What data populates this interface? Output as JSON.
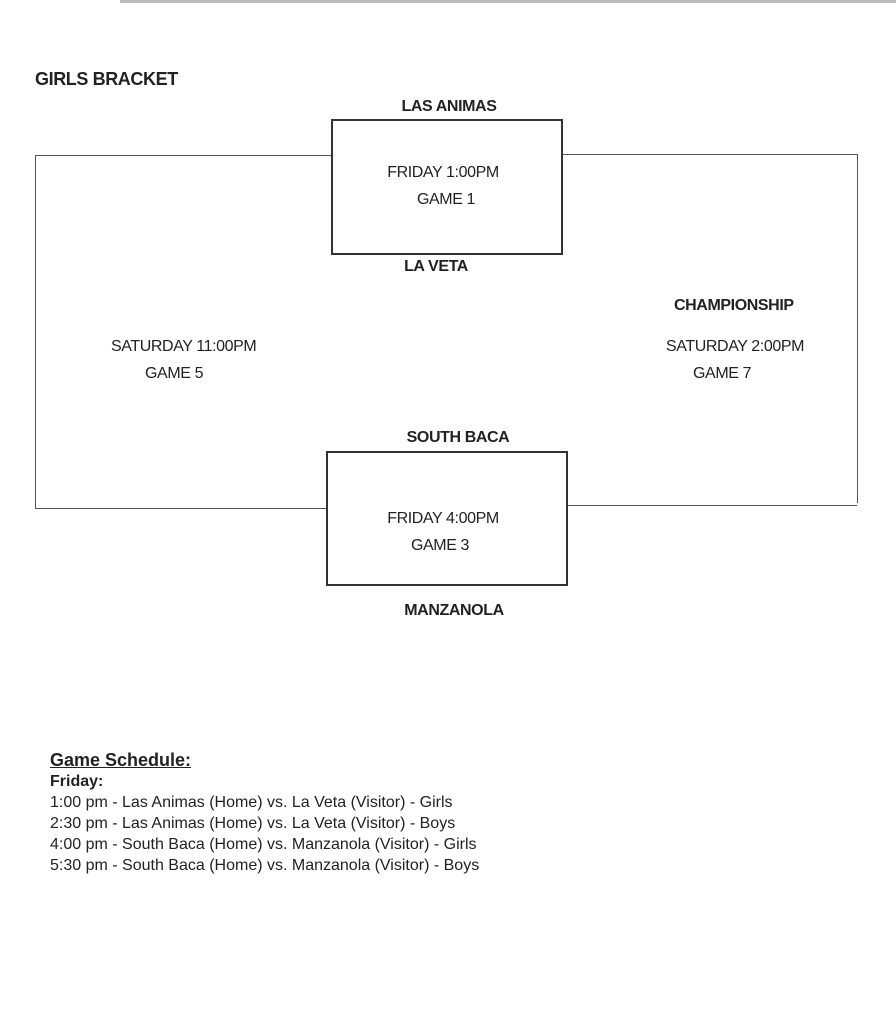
{
  "bracket": {
    "title": "GIRLS BRACKET",
    "game1": {
      "top_team": "LAS ANIMAS",
      "bottom_team": "LA VETA",
      "time": "FRIDAY 1:00PM",
      "game": "GAME 1"
    },
    "game3": {
      "top_team": "SOUTH BACA",
      "bottom_team": "MANZANOLA",
      "time": "FRIDAY 4:00PM",
      "game": "GAME 3"
    },
    "game5": {
      "time": "SATURDAY 11:00PM",
      "game": "GAME 5"
    },
    "game7": {
      "label": "CHAMPIONSHIP",
      "time": "SATURDAY 2:00PM",
      "game": "GAME 7"
    }
  },
  "schedule": {
    "title": "Game Schedule:",
    "day": "Friday:",
    "lines": [
      "1:00 pm - Las Animas (Home) vs. La Veta (Visitor) - Girls",
      "2:30 pm - Las Animas (Home) vs. La Veta (Visitor) - Boys",
      "4:00 pm - South Baca (Home) vs. Manzanola (Visitor) - Girls",
      "5:30 pm - South Baca (Home) vs. Manzanola (Visitor) - Boys"
    ]
  }
}
